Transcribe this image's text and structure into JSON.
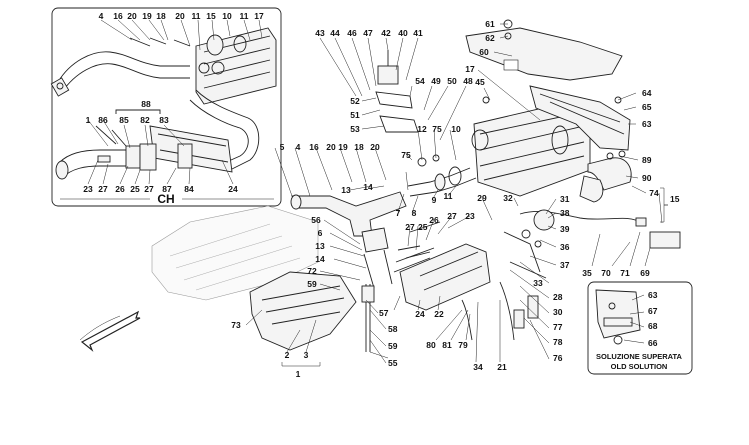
{
  "inset_ch": {
    "title": "CH",
    "group_label": "88",
    "callouts": [
      "4",
      "16",
      "20",
      "19",
      "18",
      "20",
      "11",
      "15",
      "10",
      "11",
      "17",
      "1",
      "86",
      "85",
      "82",
      "83",
      "23",
      "27",
      "26",
      "25",
      "27",
      "87",
      "84",
      "24"
    ]
  },
  "main": {
    "group_label_15": "15",
    "group_label_1": "1",
    "callouts": [
      "43",
      "44",
      "46",
      "47",
      "42",
      "40",
      "41",
      "61",
      "62",
      "60",
      "17",
      "45",
      "64",
      "65",
      "63",
      "52",
      "51",
      "53",
      "54",
      "49",
      "50",
      "48",
      "12",
      "75",
      "10",
      "89",
      "90",
      "74",
      "5",
      "4",
      "16",
      "20",
      "19",
      "18",
      "20",
      "13",
      "14",
      "75",
      "7",
      "8",
      "9",
      "11",
      "29",
      "32",
      "31",
      "38",
      "39",
      "36",
      "37",
      "28",
      "30",
      "77",
      "78",
      "76",
      "56",
      "6",
      "13",
      "14",
      "72",
      "59",
      "73",
      "2",
      "3",
      "57",
      "58",
      "59",
      "55",
      "24",
      "22",
      "27",
      "25",
      "26",
      "27",
      "23",
      "35",
      "70",
      "71",
      "69",
      "34",
      "21",
      "80",
      "81",
      "79",
      "33"
    ]
  },
  "inset_old": {
    "caption_line1": "SOLUZIONE SUPERATA",
    "caption_line2": "OLD SOLUTION",
    "callouts": [
      "63",
      "67",
      "68",
      "66"
    ]
  }
}
